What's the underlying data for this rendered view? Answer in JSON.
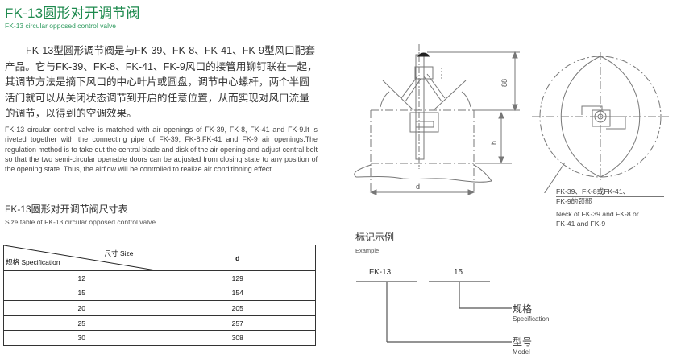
{
  "header": {
    "title": "FK-13圆形对开调节阀",
    "subtitle": "FK-13 circular opposed control valve"
  },
  "description": {
    "chinese": "FK-13型圆形调节阀是与FK-39、FK-8、FK-41、FK-9型风口配套产品。它与FK-39、FK-8、FK-41、FK-9风口的接管用铆钉联在一起，其调节方法是摘下风口的中心叶片或圆盘，调节中心螺杆，两个半圆活门就可以从关闭状态调节到开启的任意位置，从而实现对风口流量的调节，以得到的空调效果。",
    "english": "FK-13 circular control valve is matched with air openings of FK-39, FK-8, FK-41 and FK-9.It is riveted together with the connecting pipe of FK-39, FK-8,FK-41 and FK-9 air openings.The regulation method is to take out the central blade and disk of the air opening and adjust central bolt so that the two semi-circular openable doors can be adjusted from closing state to any position of the opening state. Thus, the airflow will be controlled to realize air conditioning effect."
  },
  "size_table": {
    "title": "FK-13圆形对开调节阀尺寸表",
    "subtitle": "Size table of FK-13 circular opposed control valve",
    "header_size": "尺寸 Size",
    "header_spec": "规格 Specification",
    "header_d": "d",
    "rows": [
      {
        "spec": "12",
        "d": "129"
      },
      {
        "spec": "15",
        "d": "154"
      },
      {
        "spec": "20",
        "d": "205"
      },
      {
        "spec": "25",
        "d": "257"
      },
      {
        "spec": "30",
        "d": "308"
      }
    ]
  },
  "drawing": {
    "dim_88": "88",
    "dim_h": "h",
    "dim_d": "d",
    "note_cn_line1": "FK-39、FK-8或FK-41、",
    "note_cn_line2": "FK-9的颈部",
    "note_en_line1": "Neck of FK-39 and FK-8 or",
    "note_en_line2": "FK-41 and FK-9"
  },
  "example": {
    "title": "标记示例",
    "subtitle": "Example",
    "model_value": "FK-13",
    "spec_value": "15",
    "spec_label_cn": "规格",
    "spec_label_en": "Specification",
    "model_label_cn": "型号",
    "model_label_en": "Model"
  },
  "colors": {
    "title_green": "#1e8a4e",
    "text": "#333333",
    "line": "#888888"
  }
}
